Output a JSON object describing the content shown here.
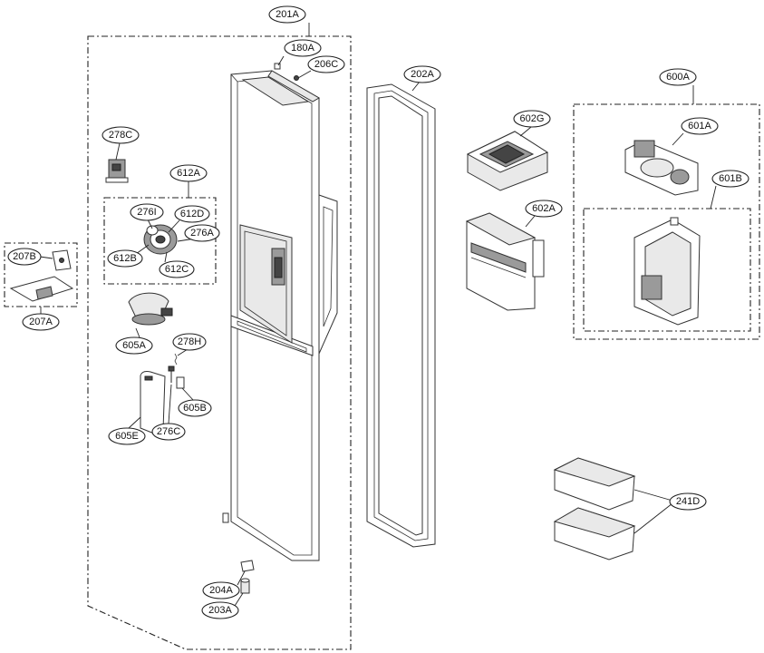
{
  "callouts": {
    "c201A": "201A",
    "c180A": "180A",
    "c206C": "206C",
    "c202A": "202A",
    "c278C": "278C",
    "c612A": "612A",
    "c276I": "276I",
    "c612D": "612D",
    "c276A": "276A",
    "c612B": "612B",
    "c612C": "612C",
    "c207B": "207B",
    "c207A": "207A",
    "c605A": "605A",
    "c278H": "278H",
    "c605B": "605B",
    "c605E": "605E",
    "c276C": "276C",
    "c204A": "204A",
    "c203A": "203A",
    "c602G": "602G",
    "c602A": "602A",
    "c600A": "600A",
    "c601A": "601A",
    "c601B": "601B",
    "c241D": "241D"
  }
}
